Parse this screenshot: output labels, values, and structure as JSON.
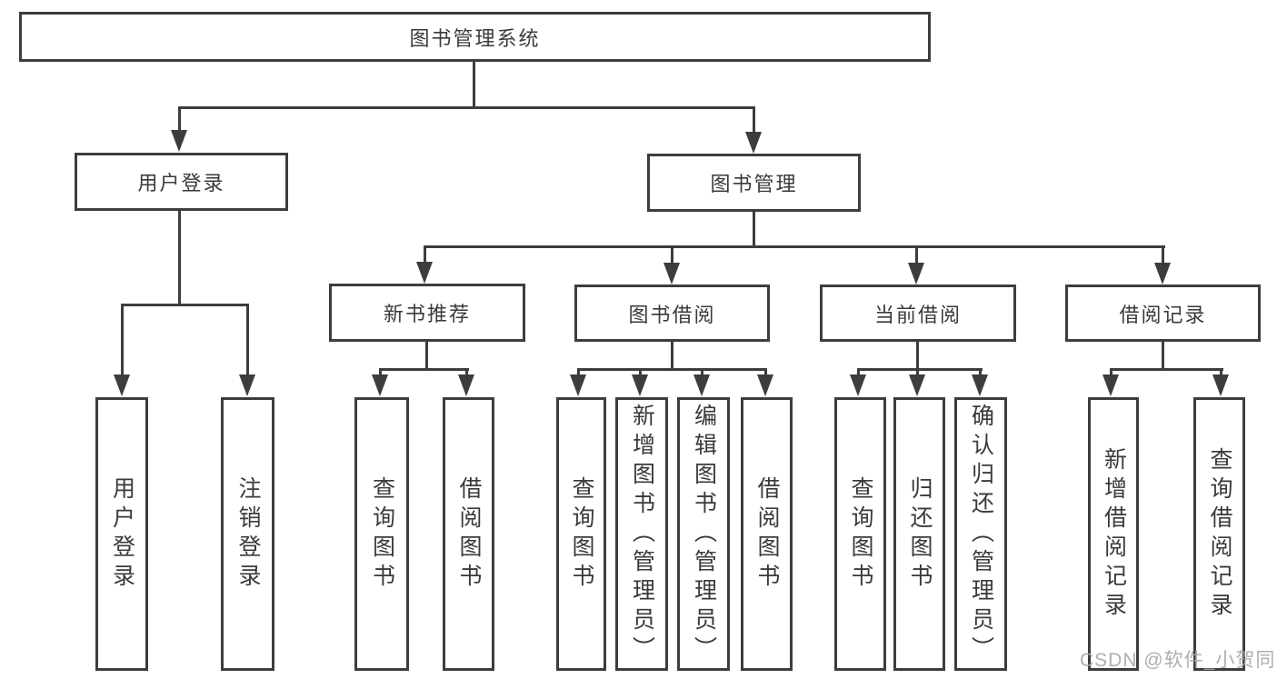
{
  "tree": {
    "root": {
      "label": "图书管理系统"
    },
    "children": [
      {
        "label": "用户登录",
        "children": [
          {
            "label": "用户登录"
          },
          {
            "label": "注销登录"
          }
        ]
      },
      {
        "label": "图书管理",
        "children": [
          {
            "label": "新书推荐",
            "children": [
              {
                "label": "查询图书"
              },
              {
                "label": "借阅图书"
              }
            ]
          },
          {
            "label": "图书借阅",
            "children": [
              {
                "label": "查询图书"
              },
              {
                "label": "新增图书（管理员）"
              },
              {
                "label": "编辑图书（管理员）"
              },
              {
                "label": "借阅图书"
              }
            ]
          },
          {
            "label": "当前借阅",
            "children": [
              {
                "label": "查询图书"
              },
              {
                "label": "归还图书"
              },
              {
                "label": "确认归还（管理员）"
              }
            ]
          },
          {
            "label": "借阅记录",
            "children": [
              {
                "label": "新增借阅记录"
              },
              {
                "label": "查询借阅记录"
              }
            ]
          }
        ]
      }
    ]
  },
  "watermark": {
    "text": "CSDN @软件_小贺同学"
  },
  "colors": {
    "line": "#3d3d3d",
    "text": "#3a3a3a",
    "watermark": "#a6a6a6",
    "background": "#ffffff"
  }
}
